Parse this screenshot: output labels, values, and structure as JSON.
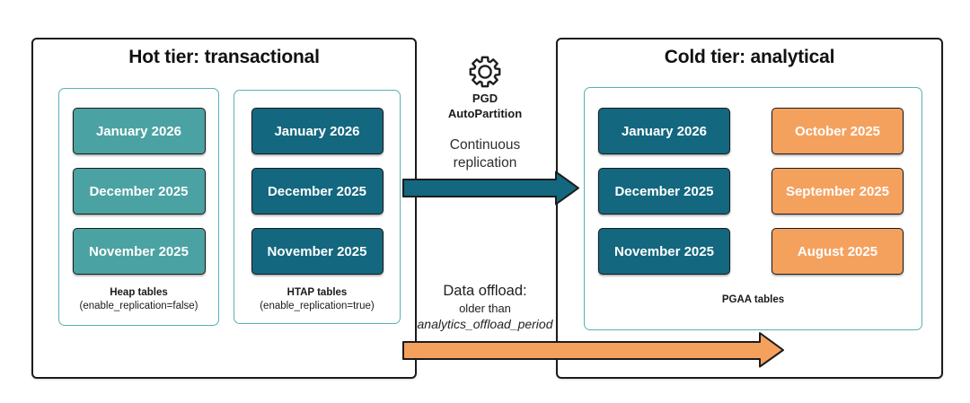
{
  "hot_tier": {
    "title": "Hot tier: transactional",
    "heap_group": {
      "months": [
        "January 2026",
        "December 2025",
        "November 2025"
      ],
      "label": "Heap tables",
      "sublabel": "(enable_replication=false)"
    },
    "htap_group": {
      "months": [
        "January 2026",
        "December 2025",
        "November 2025"
      ],
      "label": "HTAP tables",
      "sublabel": "(enable_replication=true)"
    }
  },
  "middle": {
    "icon": "gear-icon",
    "pgd_line1": "PGD",
    "pgd_line2": "AutoPartition",
    "replication_line1": "Continuous",
    "replication_line2": "replication",
    "offload_title": "Data offload:",
    "offload_line2": "older than",
    "offload_param": "analytics_offload_period"
  },
  "cold_tier": {
    "title": "Cold tier: analytical",
    "teal_months": [
      "January 2026",
      "December 2025",
      "November 2025"
    ],
    "orange_months": [
      "October 2025",
      "September 2025",
      "August 2025"
    ],
    "pgaa_label": "PGAA tables"
  },
  "colors": {
    "medium_teal": "#4ba2a2",
    "dark_teal": "#13677f",
    "orange": "#f5a15e",
    "light_teal_border": "#57b1b5",
    "outline": "#1c1c1c"
  }
}
